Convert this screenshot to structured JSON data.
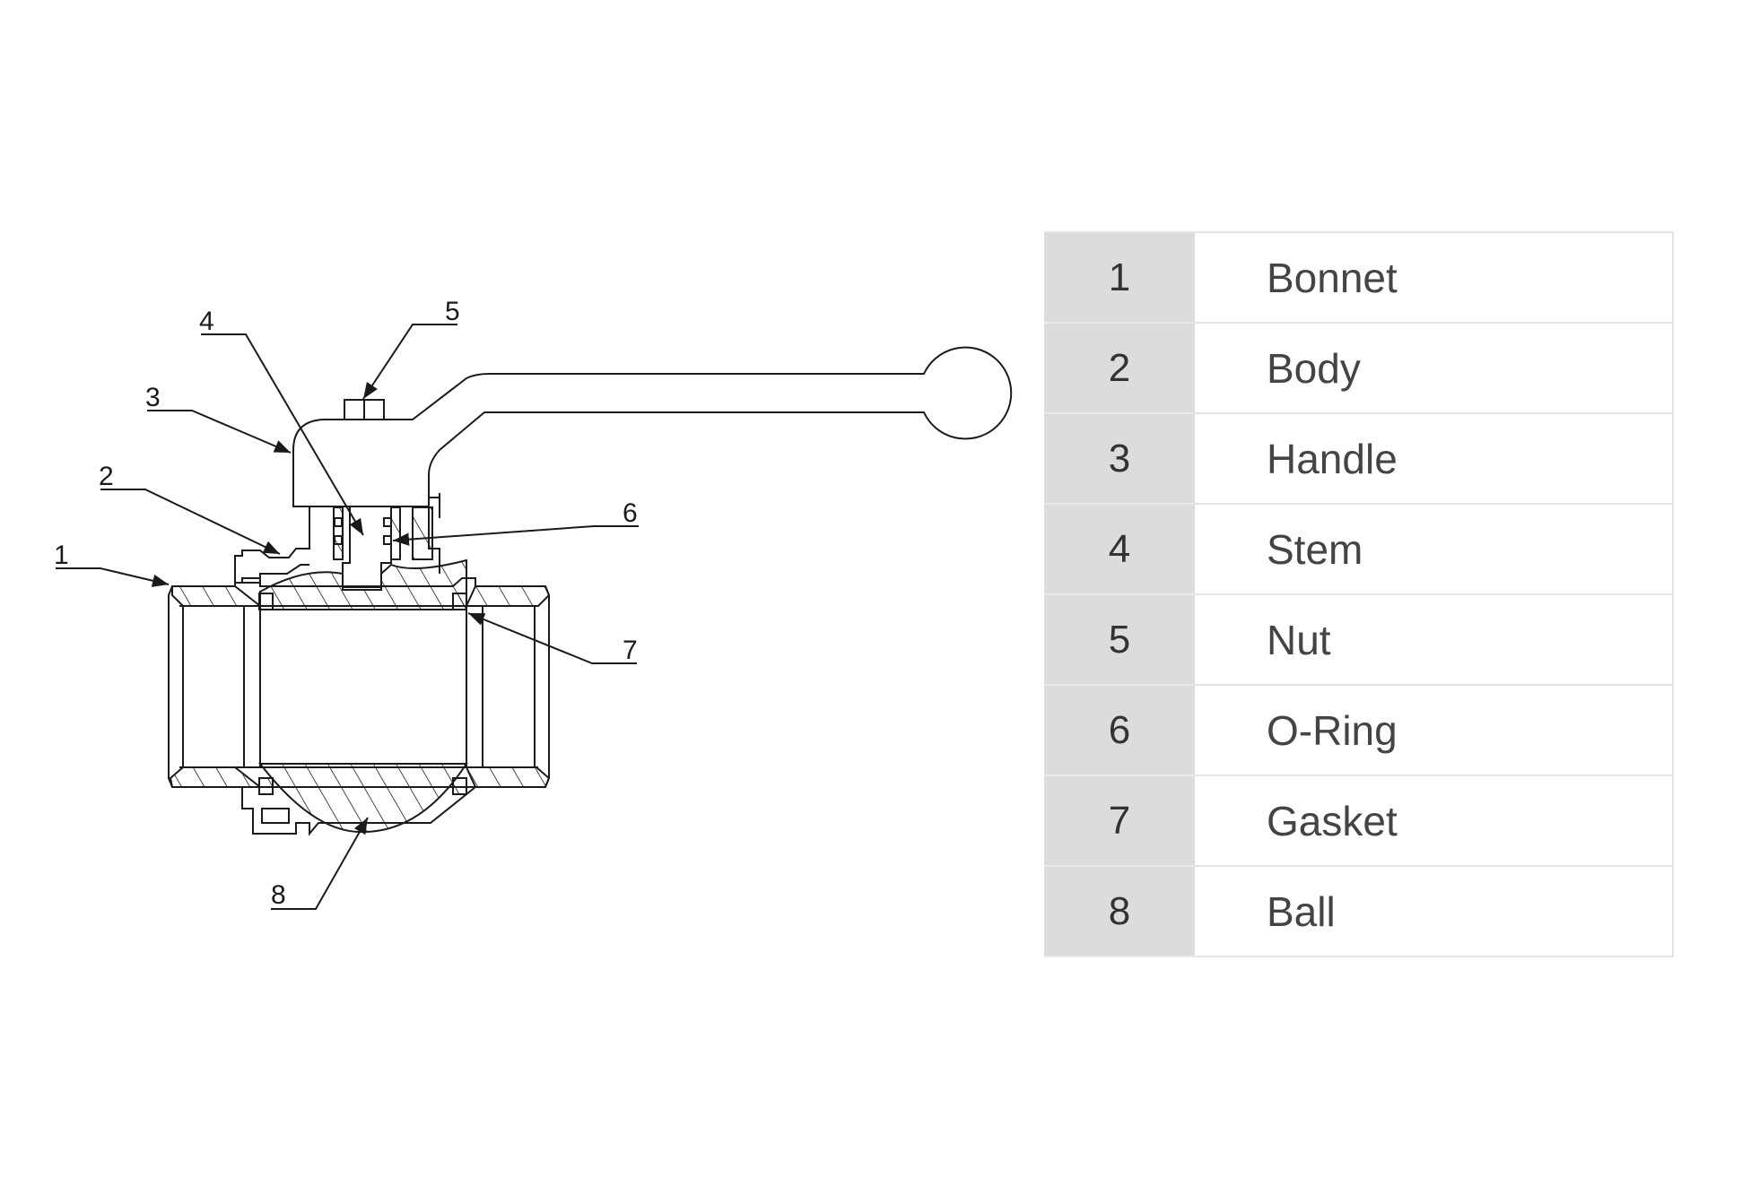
{
  "callouts": [
    "1",
    "2",
    "3",
    "4",
    "5",
    "6",
    "7",
    "8"
  ],
  "parts": [
    {
      "num": "1",
      "name": "Bonnet"
    },
    {
      "num": "2",
      "name": "Body"
    },
    {
      "num": "3",
      "name": "Handle"
    },
    {
      "num": "4",
      "name": "Stem"
    },
    {
      "num": "5",
      "name": "Nut"
    },
    {
      "num": "6",
      "name": "O-Ring"
    },
    {
      "num": "7",
      "name": "Gasket"
    },
    {
      "num": "8",
      "name": "Ball"
    }
  ],
  "colors": {
    "line": "#1a1a1a",
    "num_column_bg": "#dcdcdc",
    "grid": "#e4e4e4",
    "text": "#444444"
  }
}
